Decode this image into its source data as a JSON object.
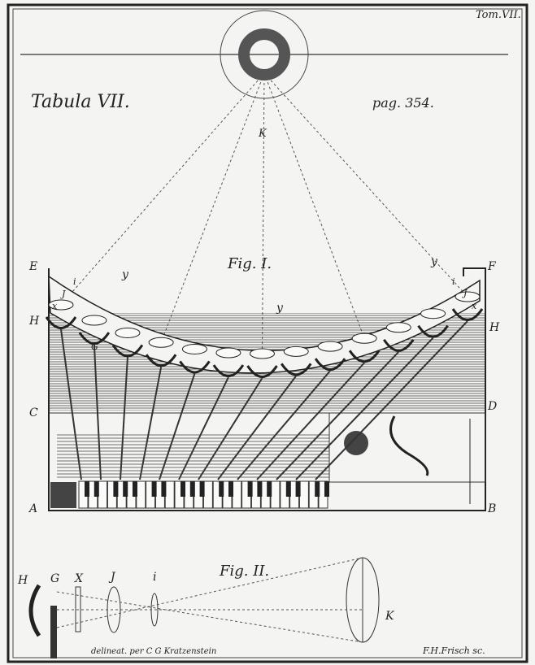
{
  "plate": {
    "volume": "Tom.VII.",
    "title": "Tabula VII.",
    "page": "pag. 354.",
    "fig1_title": "Fig. I.",
    "fig2_title": "Fig. II.",
    "credit_left": "delineat. per C G Kratzenstein",
    "credit_right": "F.H.Frisch sc."
  },
  "fig1_labels": {
    "K": "K",
    "E": "E",
    "F": "F",
    "H_left": "H",
    "H_right": "H",
    "C": "C",
    "D": "D",
    "A": "A",
    "B": "B",
    "y1": "y",
    "y2": "y",
    "y3": "y",
    "i_left": "i",
    "J_left": "J",
    "x_left": "x",
    "G_left": "G",
    "i_right": "i",
    "J_right": "J",
    "x_right": "x"
  },
  "fig2_labels": {
    "H": "H",
    "G": "G",
    "X": "X",
    "J": "J",
    "i": "i",
    "K": "K"
  }
}
